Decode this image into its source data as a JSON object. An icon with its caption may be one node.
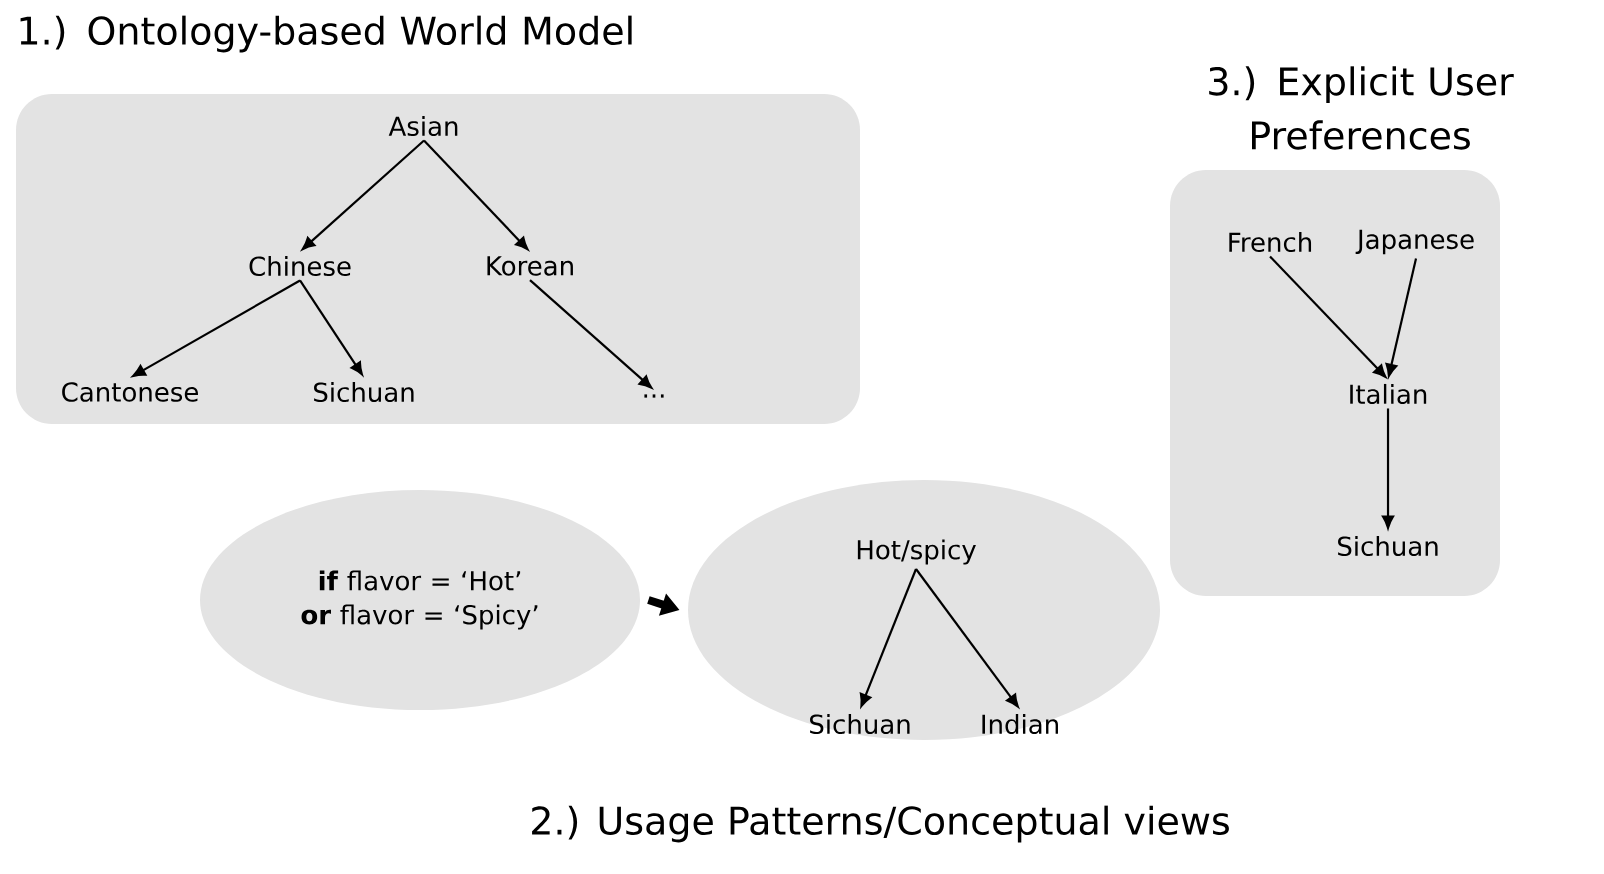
{
  "diagram": {
    "nodes": [
      {
        "text": [
          "1.) Ontology-based World Model"
        ]
      },
      {
        "text": [
          "Asian"
        ],
        "in": 0
      },
      {
        "text": [
          "Chinese"
        ],
        "in": 0
      },
      {
        "text": [
          "Korean"
        ],
        "in": 0
      },
      {
        "text": [
          "Cantonese"
        ],
        "in": 0
      },
      {
        "text": [
          "Sichuan"
        ],
        "in": 0
      },
      {
        "text": [
          "..."
        ],
        "in": 0
      },
      {
        "text": [
          "3.) Explicit User Preferences"
        ]
      },
      {
        "text": [
          "French"
        ],
        "in": 7
      },
      {
        "text": [
          "Japanese"
        ],
        "in": 7
      },
      {
        "text": [
          "Italian"
        ],
        "in": 7
      },
      {
        "text": [
          "Sichuan"
        ],
        "in": 7
      },
      {
        "text": [
          "**if** flavor = ‘Hot’ **or** flavor = ‘Spicy’"
        ]
      },
      {
        "text": [],
        "shape": "ellipse"
      },
      {
        "text": [
          "Hot/spicy"
        ],
        "in": 13
      },
      {
        "text": [
          "Sichuan"
        ],
        "in": 13
      },
      {
        "text": [
          "Indian"
        ],
        "in": 13
      }
    ],
    "edges": [
      {
        "from": 1,
        "to": 2,
        "arrow": "to"
      },
      {
        "from": 1,
        "to": 3,
        "arrow": "to"
      },
      {
        "from": 2,
        "to": 4,
        "arrow": "to"
      },
      {
        "from": 2,
        "to": 5,
        "arrow": "to"
      },
      {
        "from": 3,
        "to": 6,
        "arrow": "to"
      },
      {
        "from": 8,
        "to": 10,
        "arrow": "to"
      },
      {
        "from": 9,
        "to": 10,
        "arrow": "to"
      },
      {
        "from": 10,
        "to": 11,
        "arrow": "to"
      },
      {
        "from": 12,
        "to": 13,
        "arrow": "to",
        "style": "thick"
      },
      {
        "from": 14,
        "to": 15,
        "arrow": "to"
      },
      {
        "from": 14,
        "to": 16,
        "arrow": "to"
      }
    ],
    "labels": [
      "2.) Usage Patterns/Conceptual views"
    ]
  }
}
